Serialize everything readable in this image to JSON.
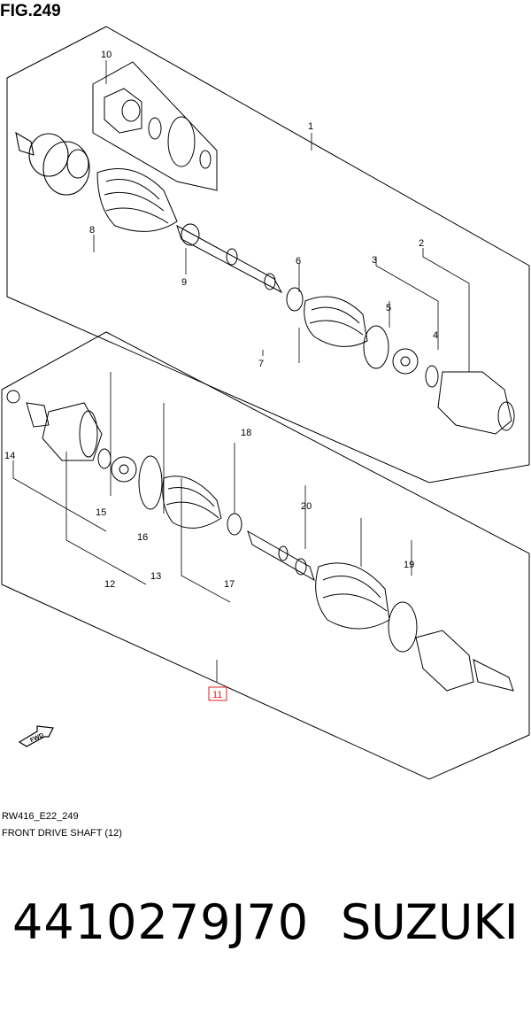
{
  "figure": {
    "title": "FIG.249",
    "code": "RW416_E22_249",
    "caption": "FRONT DRIVE SHAFT (12)"
  },
  "callouts": [
    "1",
    "2",
    "3",
    "4",
    "5",
    "6",
    "7",
    "8",
    "9",
    "10",
    "11",
    "12",
    "13",
    "14",
    "15",
    "16",
    "17",
    "18",
    "19",
    "20"
  ],
  "fwd_label": "FWD",
  "part_number": "4410279J70",
  "brand": "SUZUKI",
  "colors": {
    "highlight": "#e02020",
    "line": "#000000"
  }
}
